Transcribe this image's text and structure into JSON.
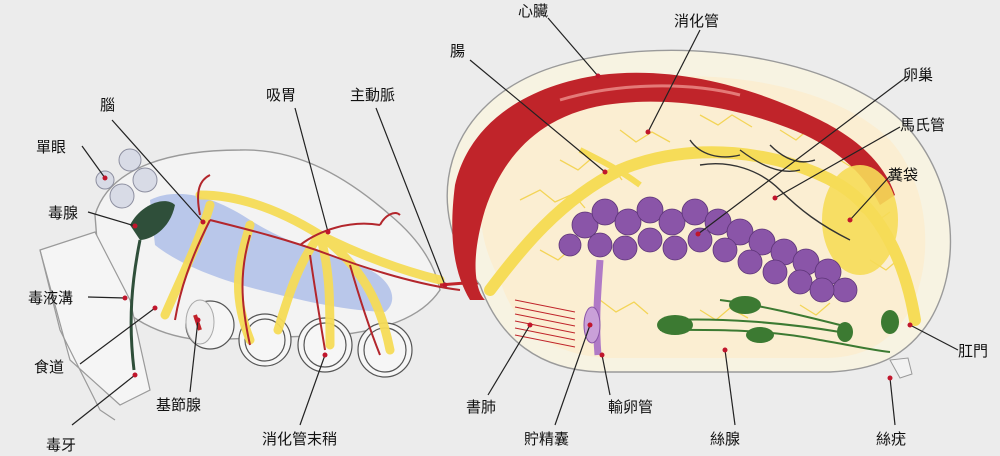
{
  "labels": {
    "simple_eye": "單眼",
    "brain": "腦",
    "venom_gland": "毒腺",
    "venom_duct": "毒液溝",
    "esophagus": "食道",
    "fang": "毒牙",
    "coxal_gland": "基節腺",
    "sucking_stomach": "吸胃",
    "aorta": "主動脈",
    "digestive_diverticula": "消化管末稍",
    "intestine": "腸",
    "heart": "心臟",
    "digestive_tube": "消化管",
    "ovary": "卵巢",
    "malpighian_tubules": "馬氏管",
    "stercoral_pocket": "糞袋",
    "anus": "肛門",
    "book_lung": "書肺",
    "spermatheca": "貯精囊",
    "oviduct": "輸卵管",
    "silk_gland": "絲腺",
    "spinneret": "絲疣"
  },
  "colors": {
    "background": "#ececec",
    "heart": "#c0242a",
    "gut": "#f7e06a",
    "ovary": "#8a55a8",
    "silk_gland": "#3c7a32",
    "nerve": "#8fa6de",
    "body_outline": "#9a9a9a"
  }
}
